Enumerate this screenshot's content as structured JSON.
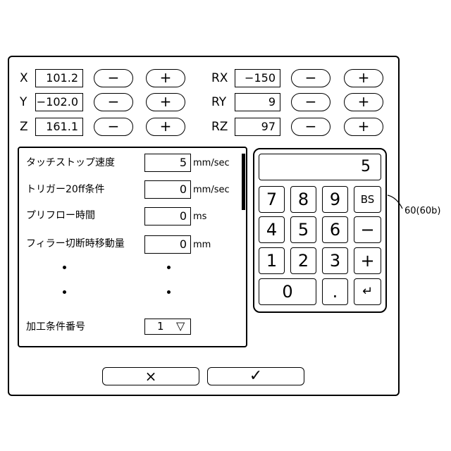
{
  "axes": [
    {
      "label": "X",
      "value": "101.2",
      "minus": "−",
      "plus": "+"
    },
    {
      "label": "Y",
      "value": "−102.0",
      "minus": "−",
      "plus": "+"
    },
    {
      "label": "Z",
      "value": "161.1",
      "minus": "−",
      "plus": "+"
    },
    {
      "label": "RX",
      "value": "−150",
      "minus": "−",
      "plus": "+"
    },
    {
      "label": "RY",
      "value": "9",
      "minus": "−",
      "plus": "+"
    },
    {
      "label": "RZ",
      "value": "97",
      "minus": "−",
      "plus": "+"
    }
  ],
  "params": [
    {
      "label": "タッチストップ速度",
      "value": "5",
      "unit": "mm/sec"
    },
    {
      "label": "トリガー20ff条件",
      "value": "0",
      "unit": "mm/sec"
    },
    {
      "label": "プリフロー時間",
      "value": "0",
      "unit": "ms"
    },
    {
      "label": "フィラー切断時移動量",
      "value": "0",
      "unit": "mm"
    }
  ],
  "condition": {
    "label": "加工条件番号",
    "value": "1",
    "arrow": "▽"
  },
  "keypad": {
    "display": "5",
    "keys": [
      "7",
      "8",
      "9",
      "BS",
      "4",
      "5",
      "6",
      "−",
      "1",
      "2",
      "3",
      "+",
      "0",
      ".",
      "↵"
    ]
  },
  "footer": {
    "cancel": "×",
    "ok": "✓"
  },
  "callout": "60(60b)"
}
